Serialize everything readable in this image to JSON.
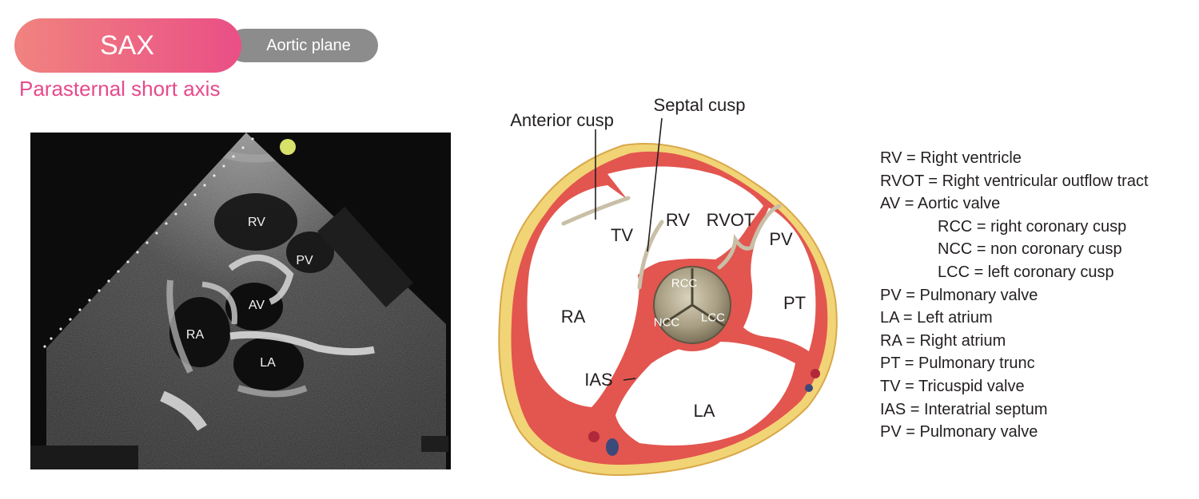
{
  "header": {
    "view_abbrev": "SAX",
    "plane": "Aortic plane",
    "subtitle": "Parasternal short axis"
  },
  "echo": {
    "labels": {
      "rv": "RV",
      "pv": "PV",
      "av": "AV",
      "ra": "RA",
      "la": "LA"
    },
    "colors": {
      "marker": "#d8e26a"
    }
  },
  "diagram": {
    "labels": {
      "anterior_cusp": "Anterior cusp",
      "septal_cusp": "Septal cusp",
      "tv": "TV",
      "rv": "RV",
      "rvot": "RVOT",
      "pv": "PV",
      "ra": "RA",
      "pt": "PT",
      "la": "LA",
      "ias": "IAS",
      "rcc": "RCC",
      "ncc": "NCC",
      "lcc": "LCC"
    },
    "colors": {
      "myocardium": "#e3554f",
      "fat": "#f1d476",
      "valve": "#9a9078"
    }
  },
  "legend": {
    "items": [
      {
        "text": "RV = Right ventricle",
        "indent": false
      },
      {
        "text": "RVOT = Right ventricular outflow tract",
        "indent": false
      },
      {
        "text": "AV = Aortic valve",
        "indent": false
      },
      {
        "text": "RCC = right coronary cusp",
        "indent": true
      },
      {
        "text": "NCC = non coronary cusp",
        "indent": true
      },
      {
        "text": "LCC = left coronary cusp",
        "indent": true
      },
      {
        "text": "PV = Pulmonary valve",
        "indent": false
      },
      {
        "text": "LA = Left atrium",
        "indent": false
      },
      {
        "text": "RA = Right atrium",
        "indent": false
      },
      {
        "text": "PT = Pulmonary trunc",
        "indent": false
      },
      {
        "text": "TV = Tricuspid valve",
        "indent": false
      },
      {
        "text": "IAS = Interatrial septum",
        "indent": false
      },
      {
        "text": "PV = Pulmonary valve",
        "indent": false
      }
    ]
  }
}
